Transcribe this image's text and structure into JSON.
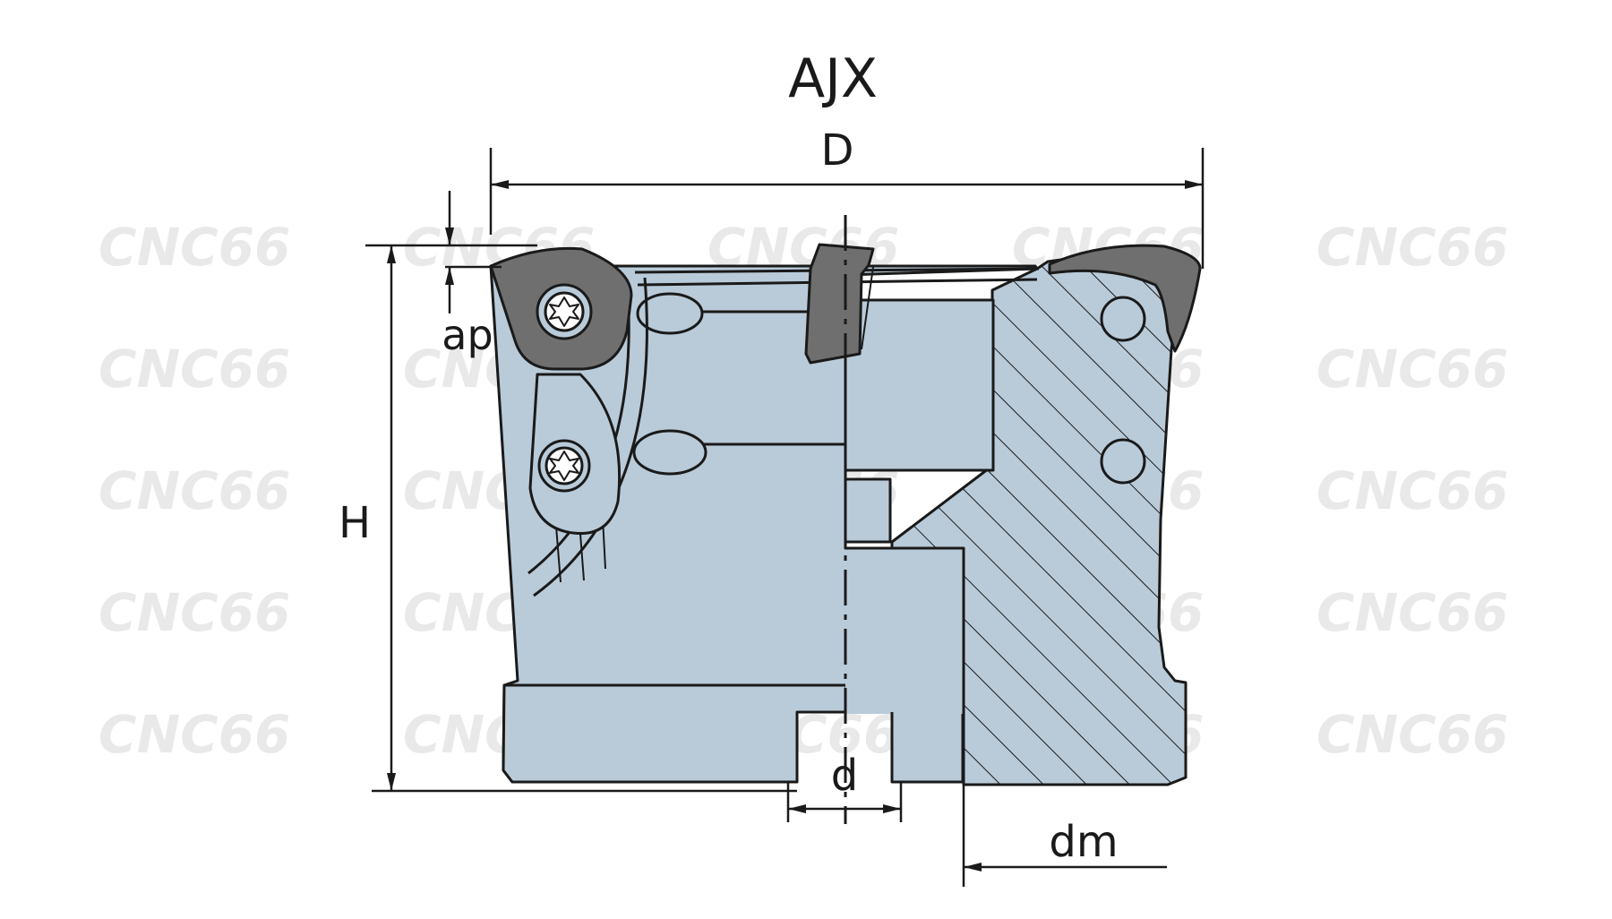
{
  "title": "AJX",
  "dimensions": {
    "D": "D",
    "ap": "ap",
    "H": "H",
    "d": "d",
    "dm": "dm"
  },
  "watermark": "CNC66",
  "colors": {
    "body_fill": "#b9cbd9",
    "insert_fill": "#6f6f6f",
    "line": "#1a1a1a",
    "watermark": "#e9e9e9"
  }
}
